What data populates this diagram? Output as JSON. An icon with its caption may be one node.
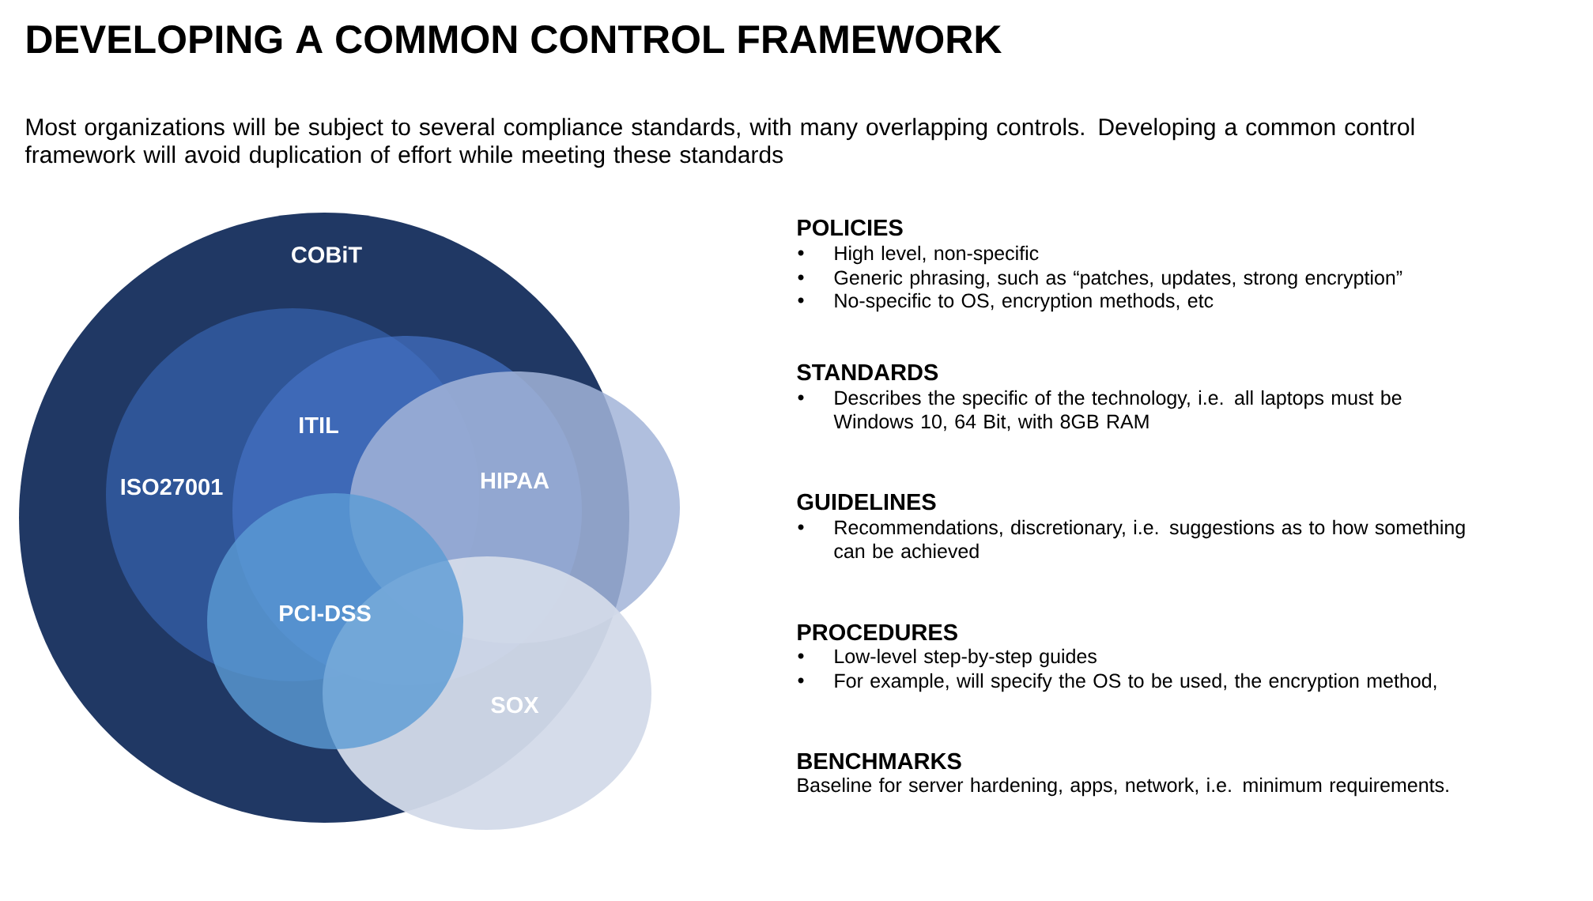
{
  "diagram": {
    "title": "DEVELOPING A COMMON CONTROL FRAMEWORK",
    "nodes": [
      {
        "text": [
          "COBiT"
        ]
      },
      {
        "text": [
          "ITIL"
        ],
        "in": 0
      },
      {
        "text": [
          "ISO27001"
        ],
        "in": 0
      },
      {
        "text": [
          "HIPAA"
        ]
      },
      {
        "text": [
          "PCI-DSS"
        ],
        "in": 0
      },
      {
        "text": [
          "SOX"
        ]
      }
    ],
    "labels": [
      "Most organizations will be subject to several compliance standards, with many overlapping controls. Developing a common control framework will avoid duplication of effort while meeting these standards",
      "POLICIES",
      "High level, non-specific",
      "Generic phrasing, such as “patches, updates, strong encryption”",
      "No-specific to OS, encryption methods, etc",
      "STANDARDS",
      "Describes the specific of the technology, i.e. all laptops must be Windows 10, 64 Bit, with 8GB RAM",
      "GUIDELINES",
      "Recommendations, discretionary, i.e. suggestions as to how something can be achieved",
      "PROCEDURES",
      "Low-level step-by-step guides",
      "For example, will specify the OS to be used, the encryption method,",
      "BENCHMARKS",
      "Baseline for server hardening, apps, network, i.e. minimum requirements."
    ]
  }
}
